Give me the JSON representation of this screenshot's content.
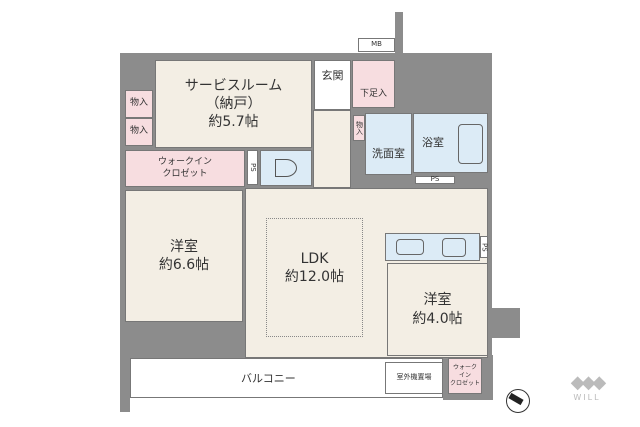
{
  "rooms": {
    "service_room": {
      "name": "サービスルーム",
      "sub": "（納戸）",
      "size": "約5.7帖"
    },
    "storage1": "物入",
    "storage2": "物入",
    "storage3": "物入",
    "wic": {
      "line1": "ウォークイン",
      "line2": "クロゼット"
    },
    "ps1": "PS",
    "ps2": "PS",
    "ps3": "PS",
    "entrance": "玄関",
    "shoe": "下足入",
    "mb": "MB",
    "washroom": "洗面室",
    "bath": "浴室",
    "western1": {
      "name": "洋室",
      "size": "約6.6帖"
    },
    "ldk": {
      "name": "LDK",
      "size": "約12.0帖"
    },
    "western2": {
      "name": "洋室",
      "size": "約4.0帖"
    },
    "wic2": {
      "line1": "ウォーク",
      "line2": "イン",
      "line3": "クロゼット"
    },
    "balcony": "バルコニー",
    "outdoor_unit": "室外機置場"
  },
  "logo": {
    "text": "WILL"
  },
  "colors": {
    "wall": "#8c8c8c",
    "floor": "#f3eee4",
    "storage": "#f7dde0",
    "wet": "#dcebf6"
  }
}
